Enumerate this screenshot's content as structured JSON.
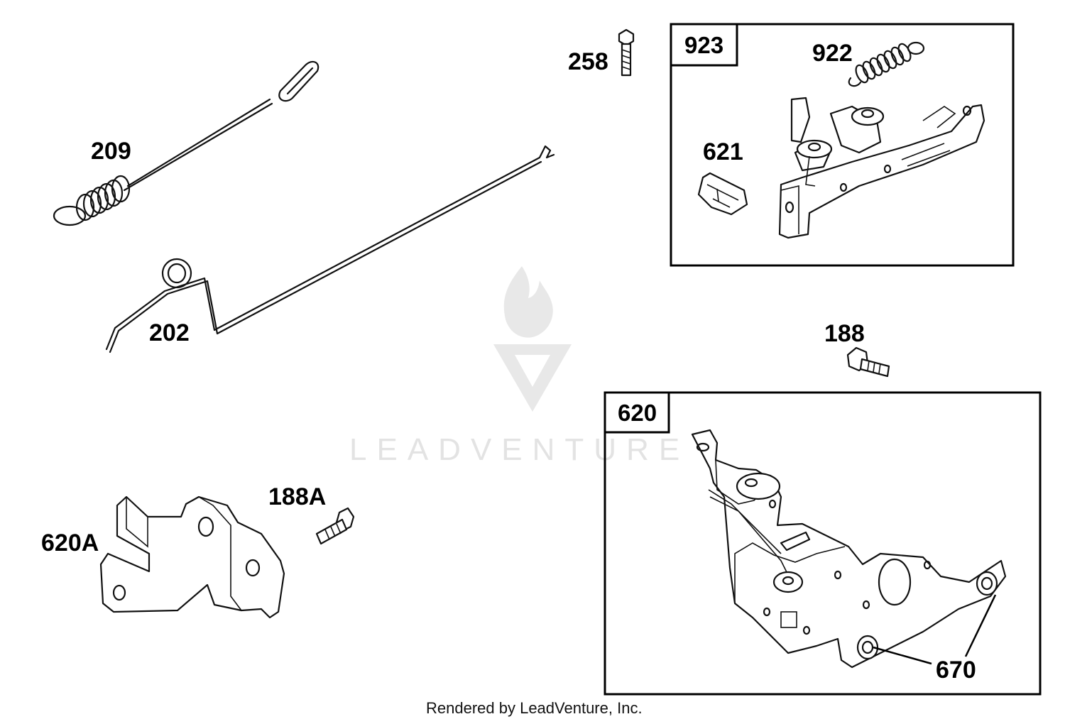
{
  "parts": {
    "p209": "209",
    "p202": "202",
    "p258": "258",
    "p188": "188",
    "p188a": "188A",
    "p620a": "620A",
    "p922": "922",
    "p621": "621",
    "p670": "670"
  },
  "boxes": {
    "b923": "923",
    "b620": "620"
  },
  "watermark": {
    "text": "LEADVENTURE",
    "logo_icon": "flame-v-logo-icon"
  },
  "footer": {
    "text": "Rendered by LeadVenture, Inc."
  }
}
